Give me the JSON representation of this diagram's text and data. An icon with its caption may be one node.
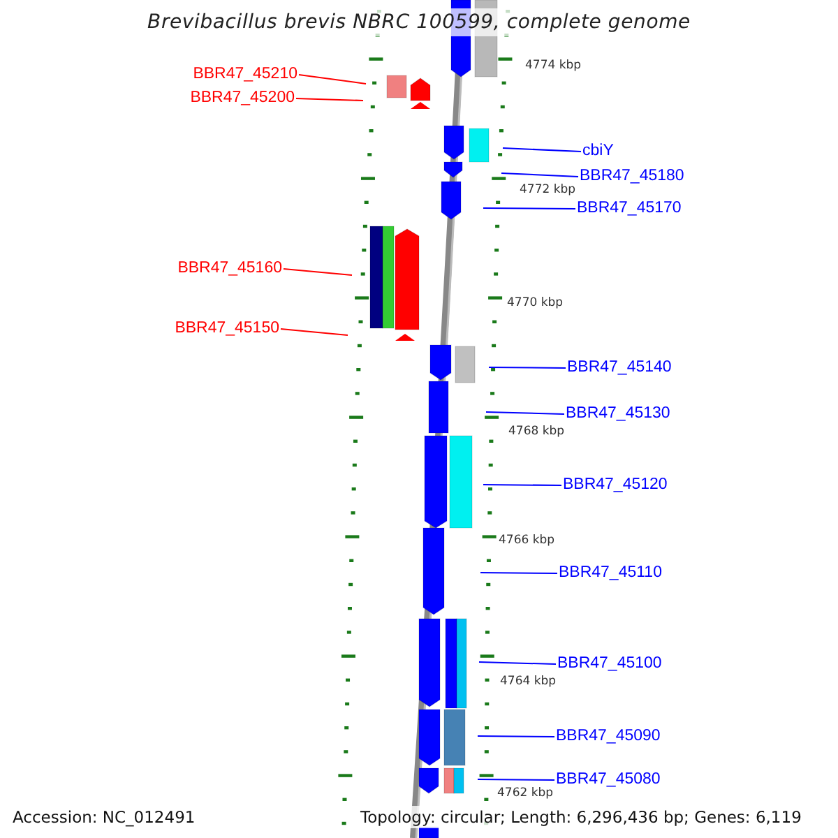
{
  "diagram": {
    "title": "Brevibacillus brevis NBRC 100599, complete genome",
    "nodes": [
      {
        "text": [
          "BBR47_45210"
        ]
      },
      {
        "text": [
          "BBR47_45200"
        ]
      },
      {
        "text": [
          "cbiY"
        ]
      },
      {
        "text": [
          "BBR47_45180"
        ]
      },
      {
        "text": [
          "BBR47_45170"
        ]
      },
      {
        "text": [
          "BBR47_45160"
        ]
      },
      {
        "text": [
          "BBR47_45150"
        ]
      },
      {
        "text": [
          "BBR47_45140"
        ]
      },
      {
        "text": [
          "BBR47_45130"
        ]
      },
      {
        "text": [
          "BBR47_45120"
        ]
      },
      {
        "text": [
          "BBR47_45110"
        ]
      },
      {
        "text": [
          "BBR47_45100"
        ]
      },
      {
        "text": [
          "BBR47_45090"
        ]
      },
      {
        "text": [
          "BBR47_45080"
        ]
      }
    ],
    "edges": [
      {
        "from": 0,
        "to": null,
        "arrow": "none",
        "color": "#ff0000"
      },
      {
        "from": 1,
        "to": null,
        "arrow": "none",
        "color": "#ff0000"
      },
      {
        "from": 2,
        "to": null,
        "arrow": "none"
      },
      {
        "from": 3,
        "to": null,
        "arrow": "none"
      },
      {
        "from": 4,
        "to": null,
        "arrow": "none"
      },
      {
        "from": 5,
        "to": null,
        "arrow": "none",
        "color": "#ff0000"
      },
      {
        "from": 6,
        "to": null,
        "arrow": "none",
        "color": "#ff0000"
      },
      {
        "from": 7,
        "to": null,
        "arrow": "none"
      },
      {
        "from": 8,
        "to": null,
        "arrow": "none"
      },
      {
        "from": 9,
        "to": null,
        "arrow": "none"
      },
      {
        "from": 10,
        "to": null,
        "arrow": "none"
      },
      {
        "from": 11,
        "to": null,
        "arrow": "none"
      },
      {
        "from": 12,
        "to": null,
        "arrow": "none"
      },
      {
        "from": 13,
        "to": null,
        "arrow": "none"
      }
    ],
    "labels": [
      "4774 kbp",
      "4772 kbp",
      "4770 kbp",
      "4768 kbp",
      "4766 kbp",
      "4764 kbp",
      "4762 kbp",
      "Accession: NC_012491",
      "Topology: circular; Length: 6,296,436 bp; Genes: 6,119"
    ]
  }
}
